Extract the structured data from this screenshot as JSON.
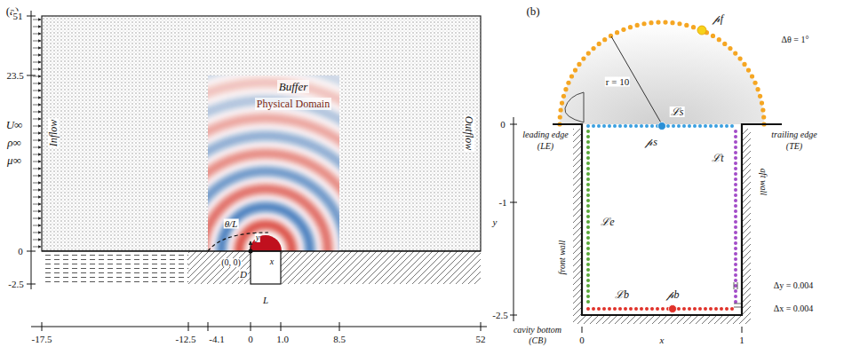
{
  "diagram": {
    "nodes": [
      {
        "text": [
          "Buffer"
        ]
      },
      {
        "text": [
          "Physical Domain"
        ],
        "in": 0
      }
    ],
    "labels": [
      "(a)",
      "51",
      "23.5",
      "0",
      "-2.5",
      "-17.5",
      "-12.5",
      "-4.1",
      "0",
      "1.0",
      "8.5",
      "52",
      "U∞",
      "ρ∞",
      "μ∞",
      "Inflow",
      "Outflow",
      "θ/L",
      "y",
      "x",
      "(0, 0)",
      "D",
      "L",
      "(b)",
      "𝓅f",
      "Δθ = 1°",
      "r = 10",
      "ℒs",
      "𝓅s",
      "0",
      "leading edge",
      "(LE)",
      "trailing edge",
      "(TE)",
      "y",
      "-1",
      "ℒt",
      "ℒe",
      "front wall",
      "aft wall",
      "ℒb",
      "𝓅b",
      "Δy = 0.004",
      "-2.5",
      "Δx = 0.004",
      "cavity bottom",
      "(CB)",
      "0",
      "x",
      "1"
    ]
  }
}
